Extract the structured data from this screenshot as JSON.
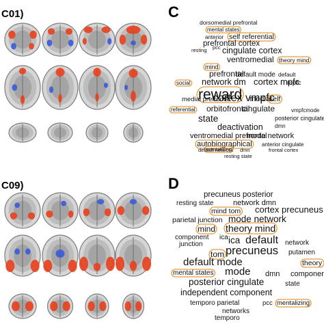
{
  "panels": {
    "top_left_label": "C01)",
    "bottom_left_label": "C09)",
    "top_right_label": "C",
    "bottom_right_label": "D"
  },
  "colors": {
    "activation": "#e8401c",
    "deactivation": "#3a5bd6",
    "highlight": "#e69b3a",
    "brain": "#9a9a9a"
  },
  "cloud_c": [
    {
      "text": "dorsomedial prefrontal",
      "hl": false
    },
    {
      "text": "mental states",
      "hl": true
    },
    {
      "text": "self referential",
      "hl": true
    },
    {
      "text": "anterior",
      "hl": false
    },
    {
      "text": "prefrontal cortex",
      "hl": false
    },
    {
      "text": "resting",
      "hl": false
    },
    {
      "text": "pcc",
      "hl": false
    },
    {
      "text": "cingulate cortex",
      "hl": false
    },
    {
      "text": "ventromedial",
      "hl": false
    },
    {
      "text": "theory mind",
      "hl": true
    },
    {
      "text": "mind",
      "hl": true
    },
    {
      "text": "prefrontal",
      "hl": false
    },
    {
      "text": "default mode",
      "hl": false
    },
    {
      "text": "default",
      "hl": false
    },
    {
      "text": "network dm",
      "hl": false
    },
    {
      "text": "cortex mpfc",
      "hl": false
    },
    {
      "text": "mpfc",
      "hl": false
    },
    {
      "text": "social",
      "hl": true
    },
    {
      "text": "reward",
      "hl": true
    },
    {
      "text": "medial prefrontal",
      "hl": false
    },
    {
      "text": "cortex vmpfc",
      "hl": false
    },
    {
      "text": "medial",
      "hl": false
    },
    {
      "text": "self",
      "hl": true
    },
    {
      "text": "referential",
      "hl": true
    },
    {
      "text": "orbitofrontal",
      "hl": false
    },
    {
      "text": "cingulate",
      "hl": false
    },
    {
      "text": "vmpfcmode",
      "hl": false
    },
    {
      "text": "state",
      "hl": false
    },
    {
      "text": "posterior cingulate",
      "hl": false
    },
    {
      "text": "dmn",
      "hl": false
    },
    {
      "text": "deactivation",
      "hl": false
    },
    {
      "text": "ventromedial prefrontal",
      "hl": false
    },
    {
      "text": "mode network",
      "hl": false
    },
    {
      "text": "autobiographical",
      "hl": true
    },
    {
      "text": "anterior cingulate",
      "hl": false
    },
    {
      "text": "mentalizing",
      "hl": true
    },
    {
      "text": "default network",
      "hl": false
    },
    {
      "text": "dmn",
      "hl": false
    },
    {
      "text": "frontal cortex",
      "hl": false
    },
    {
      "text": "resting state",
      "hl": false
    }
  ],
  "cloud_d": [
    {
      "text": "precuneus posterior",
      "hl": false
    },
    {
      "text": "resting state",
      "hl": false
    },
    {
      "text": "network dmn",
      "hl": false
    },
    {
      "text": "mind tom",
      "hl": true
    },
    {
      "text": "cortex precuneus",
      "hl": false
    },
    {
      "text": "parietal junction",
      "hl": false
    },
    {
      "text": "mode network",
      "hl": false
    },
    {
      "text": "mind",
      "hl": true
    },
    {
      "text": "theory mind",
      "hl": true
    },
    {
      "text": "component",
      "hl": false
    },
    {
      "text": "ica",
      "hl": false
    },
    {
      "text": "default",
      "hl": false
    },
    {
      "text": "junction",
      "hl": false
    },
    {
      "text": "ica",
      "hl": false
    },
    {
      "text": "network",
      "hl": false
    },
    {
      "text": "precuneus",
      "hl": false
    },
    {
      "text": "tom",
      "hl": true
    },
    {
      "text": "putamen",
      "hl": false
    },
    {
      "text": "default mode",
      "hl": false
    },
    {
      "text": "theory",
      "hl": true
    },
    {
      "text": "mental states",
      "hl": true
    },
    {
      "text": "mode",
      "hl": false
    },
    {
      "text": "dmn",
      "hl": false
    },
    {
      "text": "componen",
      "hl": false
    },
    {
      "text": "posterior cingulate",
      "hl": false
    },
    {
      "text": "state",
      "hl": false
    },
    {
      "text": "independent component",
      "hl": false
    },
    {
      "text": "temporo parietal",
      "hl": false
    },
    {
      "text": "pcc",
      "hl": false
    },
    {
      "text": "mentalizing",
      "hl": true
    },
    {
      "text": "networks",
      "hl": false
    },
    {
      "text": "temporo",
      "hl": false
    }
  ]
}
